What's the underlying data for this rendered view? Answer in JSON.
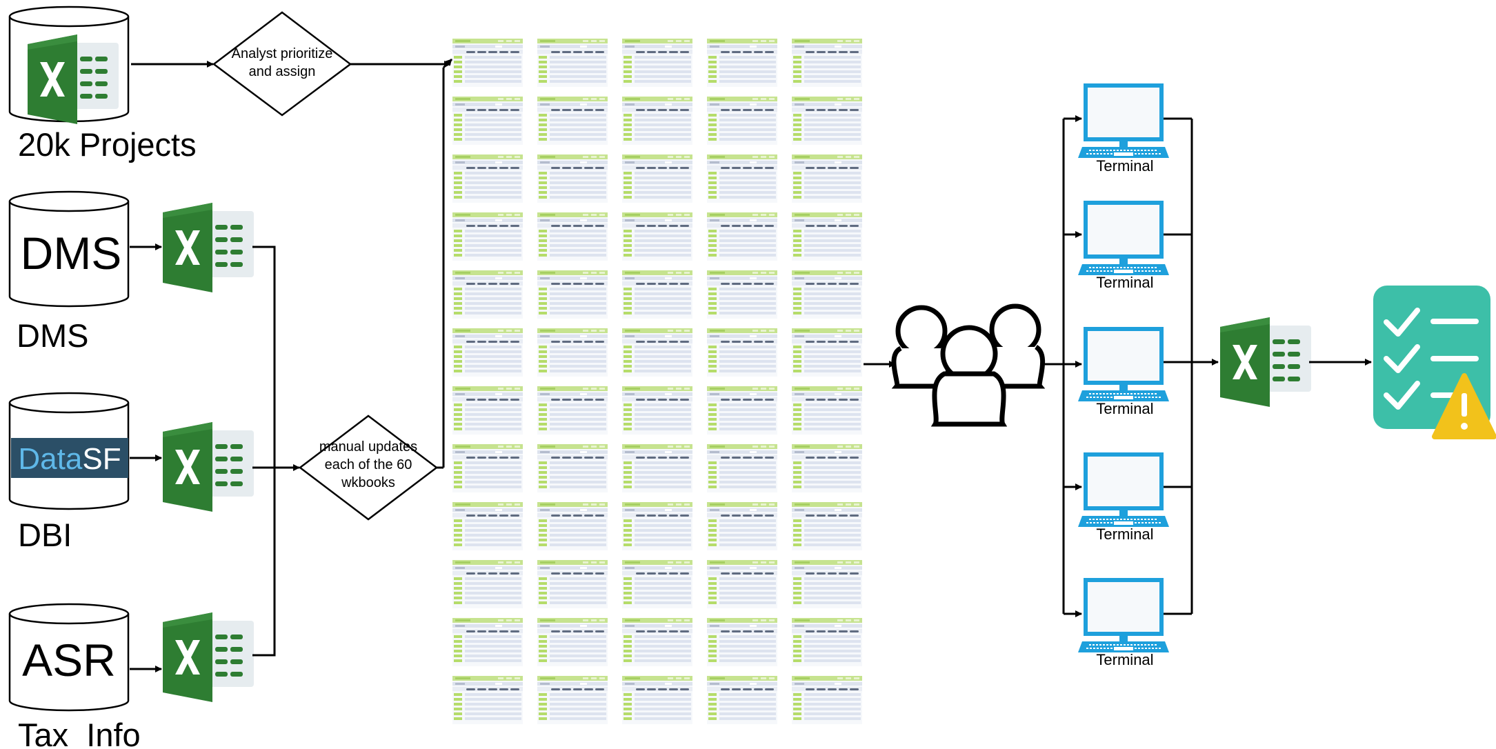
{
  "sources": {
    "projects": {
      "label": "20k Projects"
    },
    "dms": {
      "db_text": "DMS",
      "label": "DMS"
    },
    "dbi": {
      "logo_part1": "Data",
      "logo_part2": "SF",
      "label": "DBI"
    },
    "asr": {
      "db_text": "ASR",
      "label": "Tax  Info"
    }
  },
  "steps": {
    "prioritize": {
      "line1": "Analyst prioritize",
      "line2": "and assign"
    },
    "manual_update": {
      "line1": "manual updates",
      "line2": "each of the 60",
      "line3": "wkbooks"
    }
  },
  "terminals": [
    {
      "label": "Terminal"
    },
    {
      "label": "Terminal"
    },
    {
      "label": "Terminal"
    },
    {
      "label": "Terminal"
    },
    {
      "label": "Terminal"
    }
  ],
  "icons": {
    "excel": "excel-icon",
    "database": "database-icon",
    "workbook": "workbook-thumbnail-icon",
    "users": "users-group-icon",
    "terminal": "laptop-terminal-icon",
    "checklist": "checklist-icon",
    "warning": "warning-icon"
  },
  "colors": {
    "excel_green": "#2e7d32",
    "excel_dark": "#1b5e20",
    "datasf_bg": "#2b4f67",
    "datasf_data": "#5fb8e8",
    "terminal_blue": "#1ea0dc",
    "checklist_teal": "#3dbfa8",
    "warning_yellow": "#f2c21b",
    "sheet_header": "#c6e38f"
  },
  "workbook_grid": {
    "columns": 5,
    "rows": 12,
    "total": 60
  }
}
